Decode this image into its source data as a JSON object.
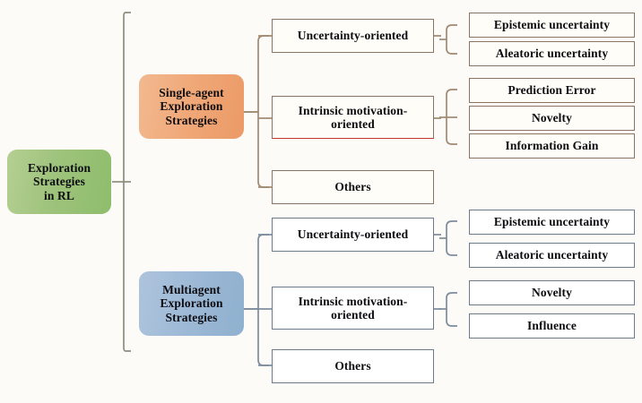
{
  "diagram": {
    "title": "Exploration Strategies in RL taxonomy",
    "root": {
      "label": "Exploration\nStrategies\nin RL",
      "color": "#9ec37c"
    },
    "branches": [
      {
        "id": "single-agent",
        "label": "Single-agent\nExploration\nStrategies",
        "color": "#f0a878",
        "line_color": "#a08a72",
        "children": [
          {
            "id": "uncertainty-oriented",
            "label": "Uncertainty-oriented",
            "leaves": [
              {
                "id": "epistemic-uncertainty",
                "label": "Epistemic uncertainty"
              },
              {
                "id": "aleatoric-uncertainty",
                "label": "Aleatoric uncertainty"
              }
            ]
          },
          {
            "id": "intrinsic-motivation-oriented",
            "label": "Intrinsic motivation-\noriented",
            "leaves": [
              {
                "id": "prediction-error",
                "label": "Prediction Error"
              },
              {
                "id": "novelty",
                "label": "Novelty"
              },
              {
                "id": "information-gain",
                "label": "Information Gain"
              }
            ]
          },
          {
            "id": "others",
            "label": "Others",
            "leaves": []
          }
        ]
      },
      {
        "id": "multiagent",
        "label": "Multiagent\nExploration\nStrategies",
        "color": "#9db9d6",
        "line_color": "#7d8c9c",
        "children": [
          {
            "id": "uncertainty-oriented",
            "label": "Uncertainty-oriented",
            "leaves": [
              {
                "id": "epistemic-uncertainty",
                "label": "Epistemic uncertainty"
              },
              {
                "id": "aleatoric-uncertainty",
                "label": "Aleatoric uncertainty"
              }
            ]
          },
          {
            "id": "intrinsic-motivation-oriented",
            "label": "Intrinsic motivation-\noriented",
            "leaves": [
              {
                "id": "novelty",
                "label": "Novelty"
              },
              {
                "id": "influence",
                "label": "Influence"
              }
            ]
          },
          {
            "id": "others",
            "label": "Others",
            "leaves": []
          }
        ]
      }
    ]
  }
}
